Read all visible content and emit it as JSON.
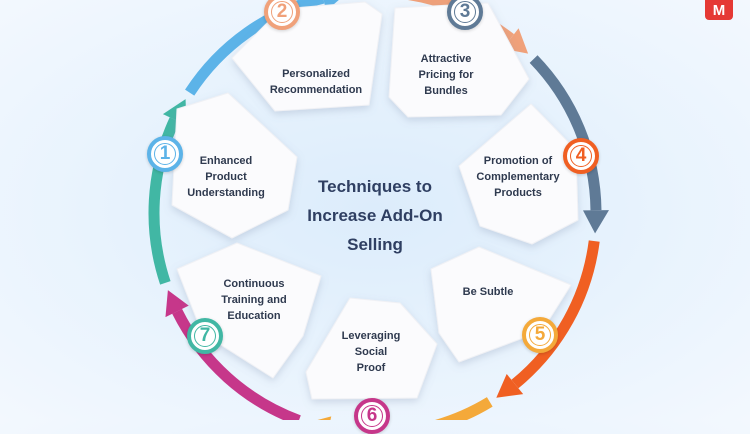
{
  "title": "Techniques to Increase Add-On Selling",
  "logo": "M",
  "steps": [
    {
      "number": "1",
      "label": "Enhanced\nProduct\nUnderstanding",
      "color": "#5cb3e8"
    },
    {
      "number": "2",
      "label": "Personalized\nRecommendation",
      "color": "#f0a17a"
    },
    {
      "number": "3",
      "label": "Attractive\nPricing for\nBundles",
      "color": "#5f7a96"
    },
    {
      "number": "4",
      "label": "Promotion of\nComplementary\nProducts",
      "color": "#f05f22"
    },
    {
      "number": "5",
      "label": "Be Subtle",
      "color": "#f4a93a"
    },
    {
      "number": "6",
      "label": "Leveraging\nSocial\nProof",
      "color": "#c6378a"
    },
    {
      "number": "7",
      "label": "Continuous\nTraining and\nEducation",
      "color": "#41b7a4"
    }
  ]
}
